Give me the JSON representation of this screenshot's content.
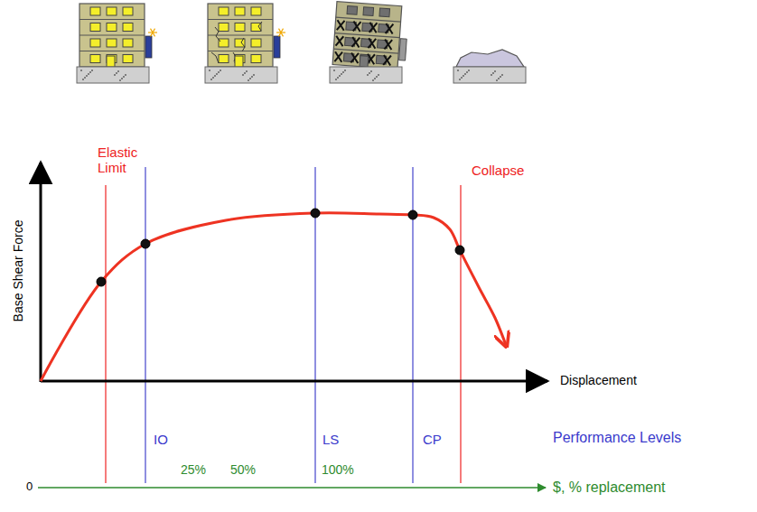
{
  "diagram": {
    "labels": [
      "Elastic Limit",
      "Collapse",
      "Base Shear Force",
      "Displacement",
      "IO",
      "LS",
      "CP",
      "Performance Levels",
      "0",
      "25%",
      "50%",
      "100%",
      "$, % replacement"
    ]
  }
}
